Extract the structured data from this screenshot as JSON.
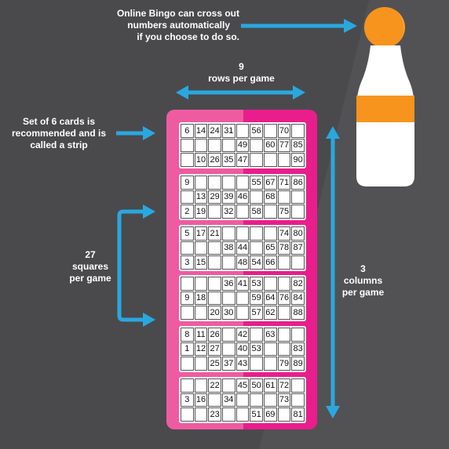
{
  "callouts": {
    "online_line1": "Online Bingo can cross out",
    "online_line2": "numbers automatically",
    "online_line3": "if you choose to do so.",
    "rows_number": "9",
    "rows_text": "rows per game",
    "strip_line1": "Set of 6 cards is",
    "strip_line2": "recommended and is",
    "strip_line3": "called a strip",
    "squares_number": "27",
    "squares_line1": "squares",
    "squares_line2": "per game",
    "columns_number": "3",
    "columns_line1": "columns",
    "columns_line2": "per game"
  },
  "colors": {
    "background": "#4a4a4c",
    "strip_pink_light": "#ef5ba1",
    "strip_pink_dark": "#e91e8c",
    "arrow_blue": "#29a8e0",
    "dauber_orange": "#f7941d",
    "dauber_body": "#ffffff"
  },
  "icons": [
    "bingo-dauber-icon"
  ],
  "cards": [
    [
      [
        "6",
        "14",
        "24",
        "31",
        "",
        "56",
        "",
        "70",
        ""
      ],
      [
        "",
        "",
        "",
        "",
        "49",
        "",
        "60",
        "77",
        "85"
      ],
      [
        "",
        "10",
        "26",
        "35",
        "47",
        "",
        "",
        "",
        "90"
      ]
    ],
    [
      [
        "9",
        "",
        "",
        "",
        "",
        "55",
        "67",
        "71",
        "86"
      ],
      [
        "",
        "13",
        "29",
        "39",
        "46",
        "",
        "68",
        "",
        ""
      ],
      [
        "2",
        "19",
        "",
        "32",
        "",
        "58",
        "",
        "75",
        ""
      ]
    ],
    [
      [
        "5",
        "17",
        "21",
        "",
        "",
        "",
        "",
        "74",
        "80"
      ],
      [
        "",
        "",
        "",
        "38",
        "44",
        "",
        "65",
        "78",
        "87"
      ],
      [
        "3",
        "15",
        "",
        "",
        "48",
        "54",
        "66",
        "",
        ""
      ]
    ],
    [
      [
        "",
        "",
        "",
        "36",
        "41",
        "53",
        "",
        "",
        "82"
      ],
      [
        "9",
        "18",
        "",
        "",
        "",
        "59",
        "64",
        "76",
        "84"
      ],
      [
        "",
        "",
        "20",
        "30",
        "",
        "57",
        "62",
        "",
        "88"
      ]
    ],
    [
      [
        "8",
        "11",
        "26",
        "",
        "42",
        "",
        "63",
        "",
        ""
      ],
      [
        "1",
        "12",
        "27",
        "",
        "40",
        "53",
        "",
        "",
        "83"
      ],
      [
        "",
        "",
        "25",
        "37",
        "43",
        "",
        "",
        "79",
        "89"
      ]
    ],
    [
      [
        "",
        "",
        "22",
        "",
        "45",
        "50",
        "61",
        "72",
        ""
      ],
      [
        "3",
        "16",
        "",
        "34",
        "",
        "",
        "",
        "73",
        ""
      ],
      [
        "",
        "",
        "23",
        "",
        "",
        "51",
        "69",
        "",
        "81"
      ]
    ]
  ]
}
